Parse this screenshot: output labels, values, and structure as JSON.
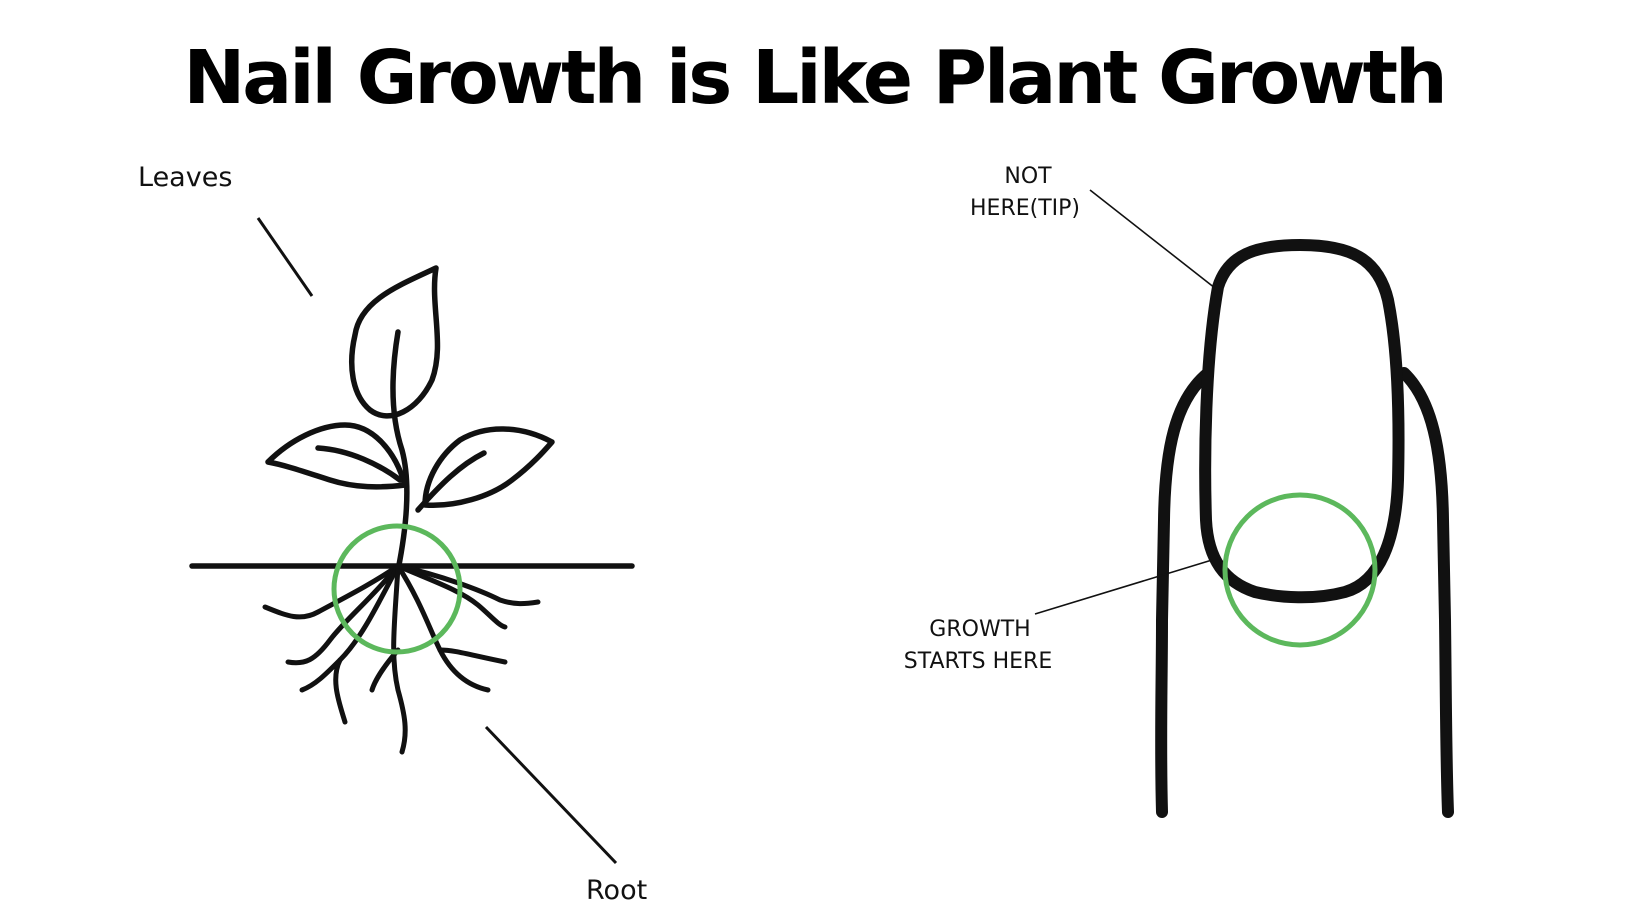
{
  "title": "Nail Growth is Like Plant Growth",
  "plant": {
    "top_label": "Leaves",
    "bottom_label": "Root"
  },
  "nail": {
    "tip_label_line1": "NOT",
    "tip_label_line2": "HERE(TIP)",
    "growth_label_line1": "GROWTH",
    "growth_label_line2": "STARTS HERE"
  },
  "colors": {
    "ink": "#111111",
    "highlight": "#5cb85c",
    "background": "#ffffff"
  }
}
